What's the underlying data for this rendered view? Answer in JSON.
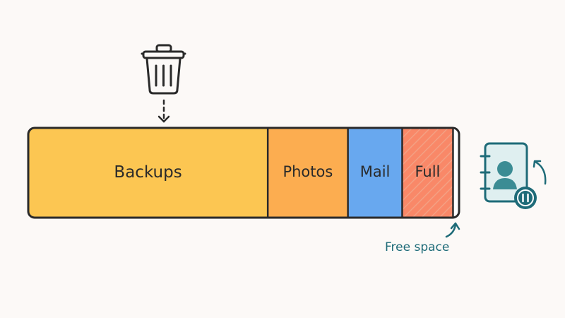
{
  "storage_bar": {
    "segments": [
      {
        "label": "Backups",
        "fraction": 0.556,
        "color": "#fcc652"
      },
      {
        "label": "Photos",
        "fraction": 0.186,
        "color": "#fcad50"
      },
      {
        "label": "Mail",
        "fraction": 0.126,
        "color": "#68a8ef"
      },
      {
        "label": "Full",
        "fraction": 0.118,
        "color": "#f98868",
        "hatched": true
      }
    ],
    "free_fraction": 0.014,
    "free_label": "Free space",
    "outline_color": "#2a2a2a"
  },
  "icons": {
    "trash": "trash-can-icon",
    "contacts": "contacts-book-icon",
    "pause": "pause-icon",
    "sync": "sync-arrow-icon"
  },
  "colors": {
    "accent": "#1e6b78",
    "contact_fill": "#3b8c94",
    "contact_bg": "#dfeff0",
    "background": "#fcf9f7"
  }
}
